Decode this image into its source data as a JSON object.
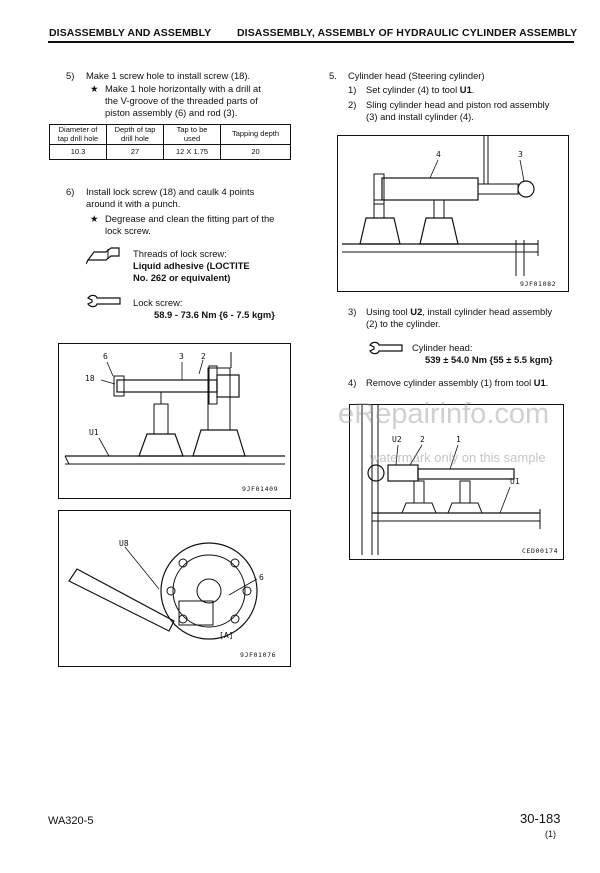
{
  "header": {
    "left": "DISASSEMBLY AND ASSEMBLY",
    "right": "DISASSEMBLY, ASSEMBLY OF HYDRAULIC CYLINDER ASSEMBLY"
  },
  "left_col": {
    "step5": {
      "num": "5)",
      "text": "Make 1 screw hole to install screw (18).",
      "star": "★",
      "note": [
        "Make 1 hole horizontally with a drill at",
        "the V-groove of the threaded parts of",
        "piston assembly (6) and rod (3)."
      ]
    },
    "tap_table": {
      "headers": [
        [
          "Diameter of",
          "tap drill hole"
        ],
        [
          "Depth of tap",
          "drill hole"
        ],
        [
          "Tap to be",
          "used"
        ],
        [
          "Tapping depth"
        ]
      ],
      "row": [
        "10.3",
        "27",
        "12 X 1.75",
        "20"
      ]
    },
    "step6": {
      "num": "6)",
      "lines": [
        "Install lock screw (18) and caulk 4 points",
        "around it with a punch."
      ],
      "star": "★",
      "note": [
        "Degrease and clean the fitting part of the",
        "lock screw."
      ]
    },
    "threads": {
      "label": "Threads of lock screw:",
      "value_lines": [
        "Liquid adhesive (LOCTITE",
        "No. 262 or equivalent)"
      ]
    },
    "lock_screw": {
      "label": "Lock screw:",
      "value": "58.9 - 73.6 Nm {6 - 7.5 kgm}"
    },
    "fig1": {
      "code": "9JF01409",
      "labels": {
        "c6": "6",
        "c3": "3",
        "c2": "2",
        "c18": "18",
        "u1": "U1"
      }
    },
    "fig2": {
      "code": "9JF01076",
      "labels": {
        "u8": "U8",
        "c6": "6",
        "a": "[A]"
      }
    }
  },
  "right_col": {
    "section": {
      "num": "5.",
      "title": "Cylinder head (Steering cylinder)"
    },
    "sub1": {
      "num": "1)",
      "text_pre": "Set cylinder (4) to tool ",
      "tool": "U1",
      "text_post": "."
    },
    "sub2": {
      "num": "2)",
      "lines": [
        "Sling cylinder head and piston rod assembly",
        "(3) and install cylinder (4)."
      ]
    },
    "fig3": {
      "code": "9JF01082",
      "labels": {
        "c4": "4",
        "c3": "3"
      }
    },
    "sub3": {
      "num": "3)",
      "line1_pre": "Using tool ",
      "tool": "U2",
      "line1_post": ", install cylinder head assembly",
      "line2": "(2) to the cylinder."
    },
    "cyl_head": {
      "label": "Cylinder head:",
      "value": "539 ± 54.0 Nm {55 ± 5.5 kgm}"
    },
    "sub4": {
      "num": "4)",
      "text_pre": "Remove cylinder assembly (1) from tool ",
      "tool": "U1",
      "text_post": "."
    },
    "fig4": {
      "code": "CED00174",
      "labels": {
        "u2": "U2",
        "c2": "2",
        "c1": "1",
        "u1": "U1"
      }
    }
  },
  "watermark": {
    "main": "eRepairinfo.com",
    "sub": "watermark only on this sample"
  },
  "footer": {
    "model": "WA320-5",
    "page": "30-183",
    "rev": "(1)"
  }
}
